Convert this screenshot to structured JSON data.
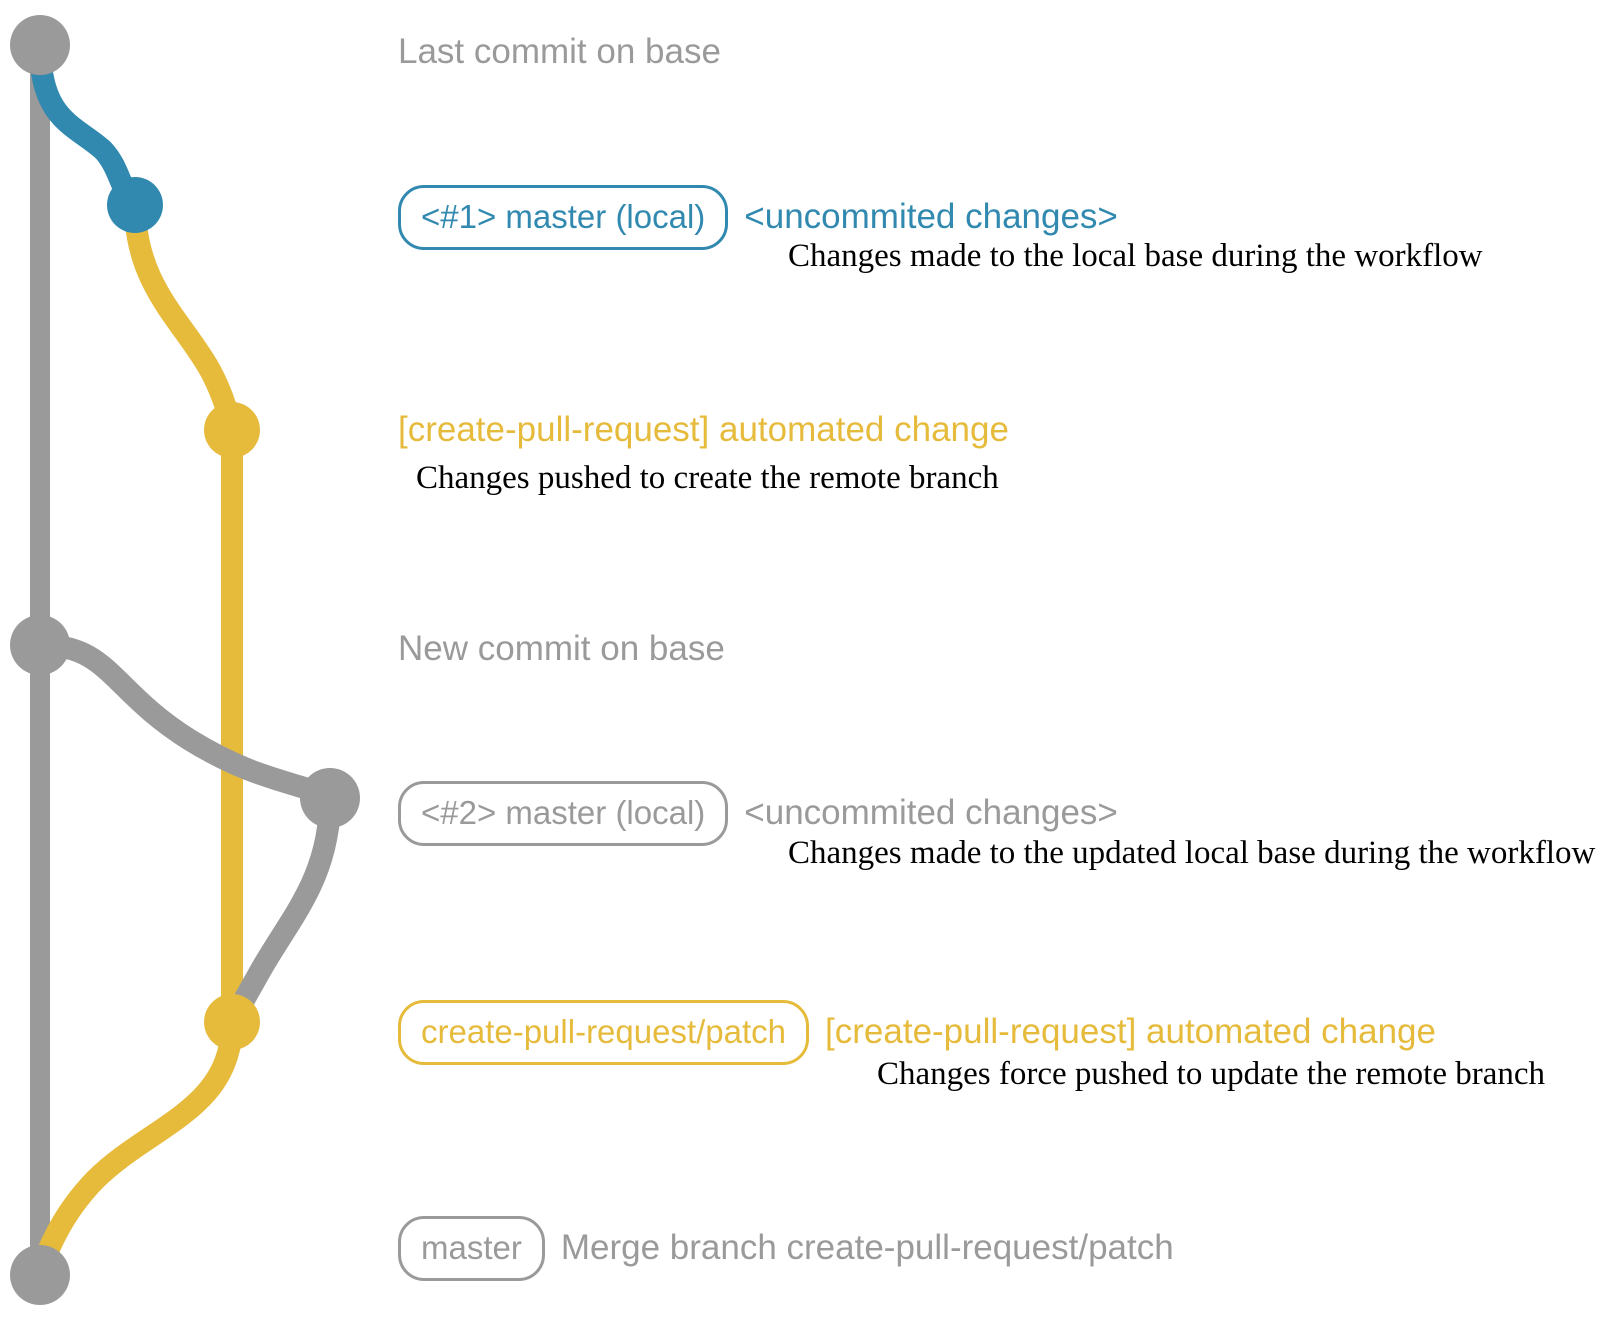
{
  "diagram": {
    "title": "create-pull-request workflow git graph",
    "colors": {
      "base": "#9a9a9a",
      "local": "#3189b0",
      "patch": "#e6bb3c",
      "description_text": "#000000",
      "background": "#ffffff"
    }
  },
  "commits": [
    {
      "id": "last-commit-on-base",
      "badge": null,
      "subject": "Last commit on base",
      "subject_color": "gray",
      "description": null,
      "node_color": "#9a9a9a"
    },
    {
      "id": "master-local-1",
      "badge": "<#1> master (local)",
      "badge_color": "blue",
      "subject": "<uncommited changes>",
      "subject_color": "blue",
      "description": "Changes made to the local base during the workflow",
      "node_color": "#3189b0"
    },
    {
      "id": "automated-change-1",
      "badge": null,
      "subject": "[create-pull-request] automated change",
      "subject_color": "yellow",
      "description": "Changes pushed to create the remote branch",
      "node_color": "#e6bb3c"
    },
    {
      "id": "new-commit-on-base",
      "badge": null,
      "subject": "New commit on base",
      "subject_color": "gray",
      "description": null,
      "node_color": "#9a9a9a"
    },
    {
      "id": "master-local-2",
      "badge": "<#2> master (local)",
      "badge_color": "gray",
      "subject": "<uncommited changes>",
      "subject_color": "gray",
      "description": "Changes made to the updated local base during the workflow",
      "node_color": "#9a9a9a"
    },
    {
      "id": "automated-change-2",
      "badge": "create-pull-request/patch",
      "badge_color": "yellow",
      "subject": "[create-pull-request] automated change",
      "subject_color": "yellow",
      "description": "Changes force pushed to update the remote branch",
      "node_color": "#e6bb3c"
    },
    {
      "id": "merge-commit",
      "badge": "master",
      "badge_color": "gray",
      "subject": "Merge branch create-pull-request/patch",
      "subject_color": "gray",
      "description": null,
      "node_color": "#9a9a9a"
    }
  ]
}
